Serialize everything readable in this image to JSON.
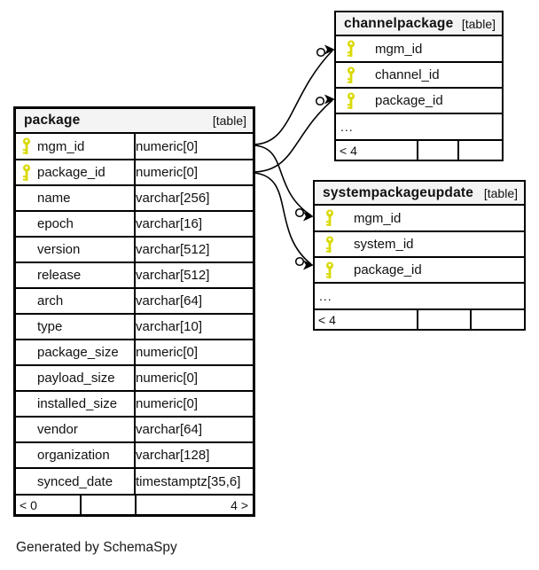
{
  "note": "Generated by SchemaSpy",
  "colors": {
    "key_yellow": "#d9d900",
    "header_bg": "#f4f4f4",
    "border": "#000000",
    "background": "#ffffff"
  },
  "tables": {
    "package": {
      "title": "package",
      "badge": "[table]",
      "rows": [
        {
          "name": "mgm_id",
          "type": "numeric[0]",
          "key": true
        },
        {
          "name": "package_id",
          "type": "numeric[0]",
          "key": true
        },
        {
          "name": "name",
          "type": "varchar[256]",
          "key": false
        },
        {
          "name": "epoch",
          "type": "varchar[16]",
          "key": false
        },
        {
          "name": "version",
          "type": "varchar[512]",
          "key": false
        },
        {
          "name": "release",
          "type": "varchar[512]",
          "key": false
        },
        {
          "name": "arch",
          "type": "varchar[64]",
          "key": false
        },
        {
          "name": "type",
          "type": "varchar[10]",
          "key": false
        },
        {
          "name": "package_size",
          "type": "numeric[0]",
          "key": false
        },
        {
          "name": "payload_size",
          "type": "numeric[0]",
          "key": false
        },
        {
          "name": "installed_size",
          "type": "numeric[0]",
          "key": false
        },
        {
          "name": "vendor",
          "type": "varchar[64]",
          "key": false
        },
        {
          "name": "organization",
          "type": "varchar[128]",
          "key": false
        },
        {
          "name": "synced_date",
          "type": "timestamptz[35,6]",
          "key": false
        }
      ],
      "footer": {
        "left": "< 0",
        "middle": "",
        "right": "4 >"
      }
    },
    "channelpackage": {
      "title": "channelpackage",
      "badge": "[table]",
      "rows": [
        {
          "name": "mgm_id",
          "key": true
        },
        {
          "name": "channel_id",
          "key": true
        },
        {
          "name": "package_id",
          "key": true
        }
      ],
      "ellipsis": "...",
      "footer": {
        "left": "< 4",
        "middle": "",
        "right": ""
      }
    },
    "systempackageupdate": {
      "title": "systempackageupdate",
      "badge": "[table]",
      "rows": [
        {
          "name": "mgm_id",
          "key": true
        },
        {
          "name": "system_id",
          "key": true
        },
        {
          "name": "package_id",
          "key": true
        }
      ],
      "ellipsis": "...",
      "footer": {
        "left": "< 4",
        "middle": "",
        "right": ""
      }
    }
  },
  "relationships": [
    {
      "from": "package.mgm_id",
      "to": "channelpackage.mgm_id"
    },
    {
      "from": "package.package_id",
      "to": "channelpackage.package_id"
    },
    {
      "from": "package.mgm_id",
      "to": "systempackageupdate.mgm_id"
    },
    {
      "from": "package.package_id",
      "to": "systempackageupdate.package_id"
    }
  ]
}
